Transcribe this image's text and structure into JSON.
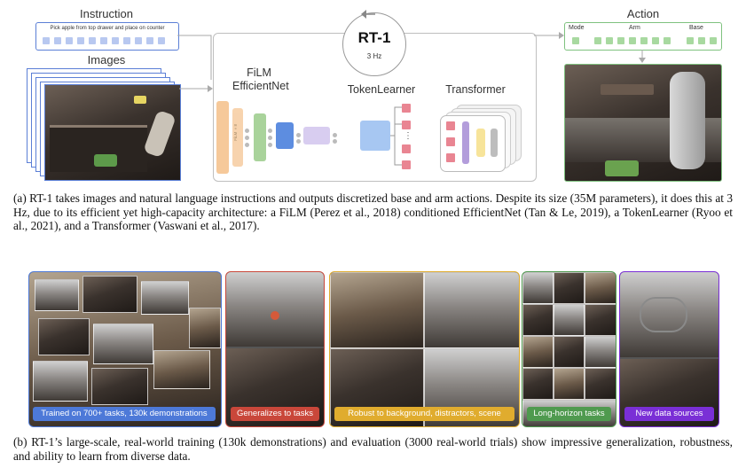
{
  "diagram": {
    "instruction_label": "Instruction",
    "instruction_text": "Pick apple from top drawer and place on counter",
    "images_label": "Images",
    "model_name": "RT-1",
    "model_rate": "3 Hz",
    "film_label_1": "FiLM",
    "film_label_2": "EfficientNet",
    "film_side_text": "FiLM ×8",
    "tokenlearner_label": "TokenLearner",
    "transformer_label": "Transformer",
    "ellipsis": "⋮",
    "action_label": "Action",
    "action_mode": "Mode",
    "action_arm": "Arm",
    "action_base": "Base",
    "colors": {
      "instruction": "#5b7fd6",
      "instruction_token": "#b8c8f0",
      "film": "#f6c99a",
      "efficientnet": "#a9d39b",
      "blue": "#5d8de0",
      "lavender": "#d8cdf0",
      "tokenlearner": "#a7c7f2",
      "token_red": "#e98592",
      "transformer_purple": "#b39ddb",
      "transformer_yellow": "#f7e49a",
      "action": "#7fc27f"
    }
  },
  "caption_a": "(a) RT-1 takes images and natural language instructions and outputs discretized base and arm actions. Despite its size (35M parameters), it does this at 3 Hz, due to its efficient yet high-capacity architecture: a FiLM (Perez et al., 2018) conditioned EfficientNet (Tan & Le, 2019), a TokenLearner (Ryoo et al., 2021), and a Transformer (Vaswani et al., 2017).",
  "panels": [
    {
      "label": "Trained on 700+ tasks, 130k demonstrations",
      "color": "#4d79d8"
    },
    {
      "label": "Generalizes to tasks",
      "color": "#c9473a"
    },
    {
      "label": "Robust to background, distractors, scene",
      "color": "#e0ac2e"
    },
    {
      "label": "Long-horizon tasks",
      "color": "#4f9a4f"
    },
    {
      "label": "New data sources",
      "color": "#7a2fd6"
    }
  ],
  "caption_b": "(b) RT-1’s large-scale, real-world training (130k demonstrations) and evaluation (3000 real-world trials) show impressive generalization, robustness, and ability to learn from diverse data."
}
